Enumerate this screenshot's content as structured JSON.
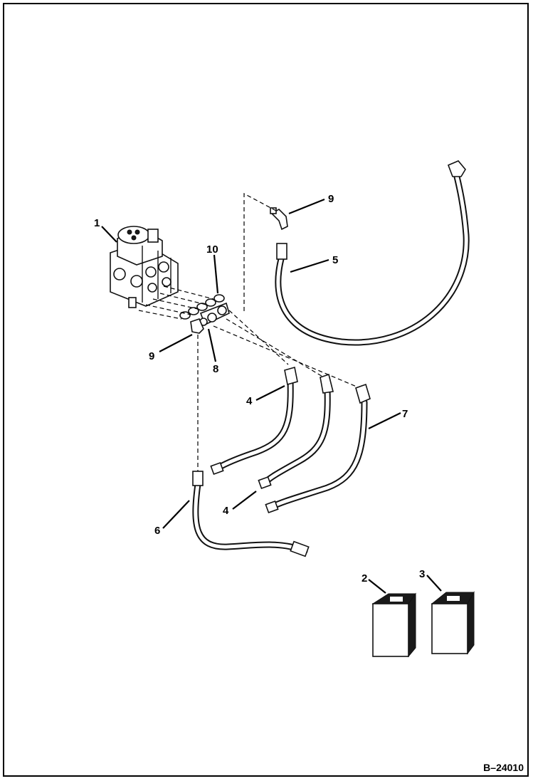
{
  "callouts": {
    "c1": "1",
    "c2": "2",
    "c3": "3",
    "c4a": "4",
    "c4b": "4",
    "c5": "5",
    "c6": "6",
    "c7": "7",
    "c8": "8",
    "c9a": "9",
    "c9b": "9",
    "c10": "10"
  },
  "figure_id": "B–24010"
}
